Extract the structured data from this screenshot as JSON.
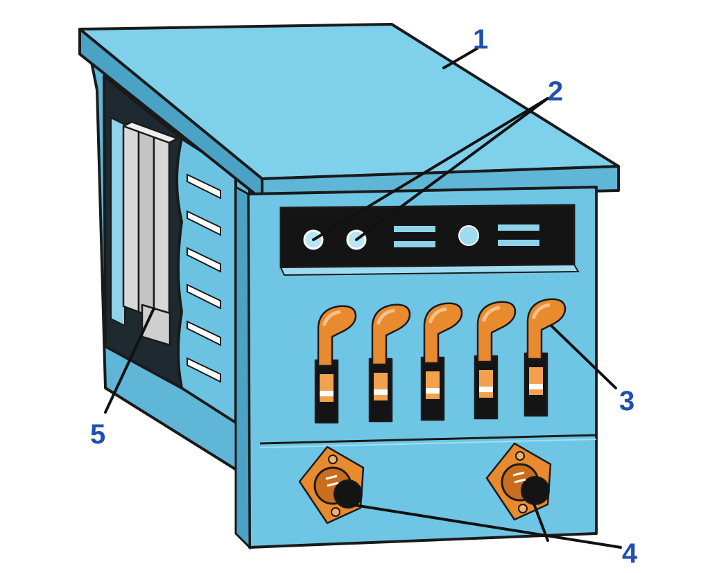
{
  "colors": {
    "body_front": "#6fc6e4",
    "body_side": "#5fb6d6",
    "body_top": "#79cde9",
    "body_dark": "#3b8fb0",
    "panel_black": "#141414",
    "lever_orange": "#e88a2e",
    "lever_light": "#f6b06a",
    "label_blue": "#1f4fb0",
    "fin_gray": "#c9c9c9"
  },
  "callouts": [
    {
      "id": "1",
      "label": "1"
    },
    {
      "id": "2",
      "label": "2"
    },
    {
      "id": "3",
      "label": "3"
    },
    {
      "id": "4",
      "label": "4"
    },
    {
      "id": "5",
      "label": "5"
    }
  ]
}
